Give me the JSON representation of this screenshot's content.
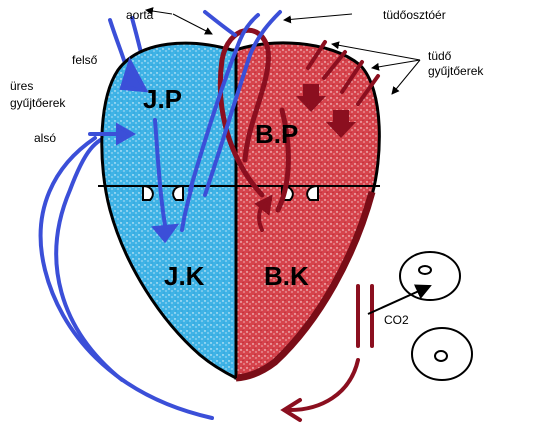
{
  "labels": {
    "aorta": "aorta",
    "pulmonary_artery": "tüdőosztóér",
    "pulmonary_veins_line1": "tüdő",
    "pulmonary_veins_line2": "gyűjtőerek",
    "superior": "felső",
    "vena_cava_line1": "üres",
    "vena_cava_line2": "gyűjtőerek",
    "inferior": "alsó",
    "right_atrium": "J.P",
    "left_atrium": "B.P",
    "right_ventricle": "J.K",
    "left_ventricle": "B.K",
    "co2": "CO2"
  },
  "colors": {
    "right_side": "#2fa9df",
    "left_side": "#d23a44",
    "deoxygenated_flow": "#3b4fd8",
    "oxygenated_flow": "#8b0f1f",
    "outline": "#000000"
  }
}
